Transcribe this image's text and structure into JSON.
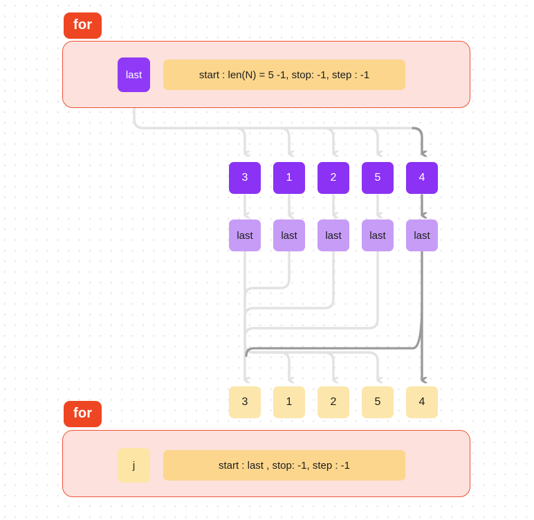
{
  "diagram": {
    "title": "for-loop reverse iteration diagram",
    "colors": {
      "for_badge_bg": "#ee4623",
      "loop_container_bg": "#fce1dc",
      "loop_container_border": "#ef5235",
      "value_node_bg": "#8b32f4",
      "last_node_bg": "#c79cf7",
      "yellow_node_bg": "#fce6ab",
      "param_chip_bg": "#fcd68c",
      "wire_light": "#e2e2e2",
      "wire_dark": "#9a9a9a"
    }
  },
  "top_loop": {
    "badge_label": "for",
    "variable_label": "last",
    "params_label": "start : len(N) = 5 -1, stop: -1, step : -1"
  },
  "bottom_loop": {
    "badge_label": "for",
    "variable_label": "j",
    "params_label": "start : last , stop: -1, step : -1"
  },
  "value_row": {
    "values": [
      "3",
      "1",
      "2",
      "5",
      "4"
    ]
  },
  "last_row": {
    "values": [
      "last",
      "last",
      "last",
      "last",
      "last"
    ]
  },
  "result_row": {
    "values": [
      "3",
      "1",
      "2",
      "5",
      "4"
    ]
  }
}
